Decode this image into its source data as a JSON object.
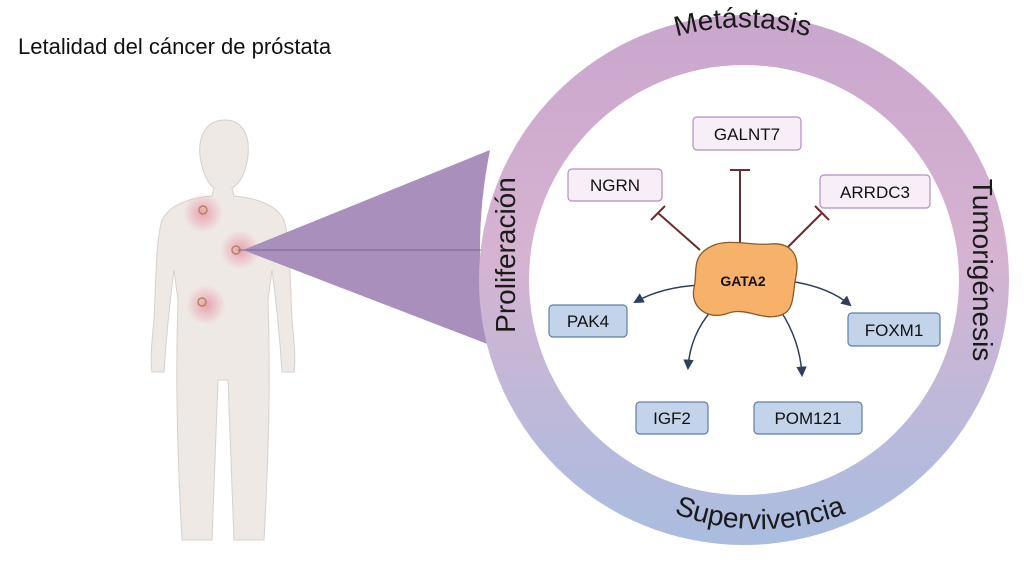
{
  "title": "Letalidad del cáncer de próstata",
  "ring_labels": {
    "top": "Metástasis",
    "left": "Proliferación",
    "right": "Tumorigénesis",
    "bottom": "Supervivencia"
  },
  "center": {
    "label": "GATA2",
    "color": "#f6b26b"
  },
  "inhibited_genes": [
    {
      "id": "ngrn",
      "label": "NGRN"
    },
    {
      "id": "galnt7",
      "label": "GALNT7"
    },
    {
      "id": "arrdc3",
      "label": "ARRDC3"
    }
  ],
  "activated_genes": [
    {
      "id": "pak4",
      "label": "PAK4"
    },
    {
      "id": "igf2",
      "label": "IGF2"
    },
    {
      "id": "pom121",
      "label": "POM121"
    },
    {
      "id": "foxm1",
      "label": "FOXM1"
    }
  ],
  "colors": {
    "ring_top": "#c9a6cd",
    "ring_bottom": "#a9bde0",
    "inhibited_box_fill": "#f7eef8",
    "inhibited_box_stroke": "#b48fbd",
    "activated_box_fill": "#c3d3ea",
    "activated_box_stroke": "#5f7fa8",
    "inhibit_line": "#6b2d2d",
    "activate_arrow": "#2f3f5a",
    "body_fill": "#efe9e5",
    "lesion": "#e79aa8"
  }
}
